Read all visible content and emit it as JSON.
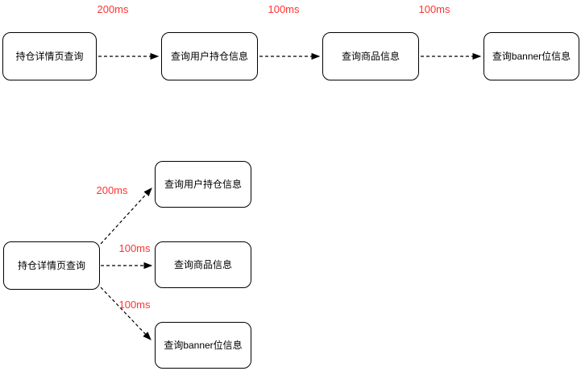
{
  "colors": {
    "edge_label": "#FF3333",
    "node_border": "#000000",
    "node_background": "#FFFFFF",
    "edge_line": "#000000"
  },
  "sequential_flow": {
    "nodes": [
      {
        "label": "持仓详情页查询"
      },
      {
        "label": "查询用户持仓信息"
      },
      {
        "label": "查询商品信息"
      },
      {
        "label": "查询banner位信息"
      }
    ],
    "edges": [
      {
        "from": "持仓详情页查询",
        "to": "查询用户持仓信息",
        "latency": "200ms"
      },
      {
        "from": "查询用户持仓信息",
        "to": "查询商品信息",
        "latency": "100ms"
      },
      {
        "from": "查询商品信息",
        "to": "查询banner位信息",
        "latency": "100ms"
      }
    ]
  },
  "fanout_flow": {
    "source": {
      "label": "持仓详情页查询"
    },
    "targets": [
      {
        "label": "查询用户持仓信息",
        "latency": "200ms"
      },
      {
        "label": "查询商品信息",
        "latency": "100ms"
      },
      {
        "label": "查询banner位信息",
        "latency": "100ms"
      }
    ]
  }
}
